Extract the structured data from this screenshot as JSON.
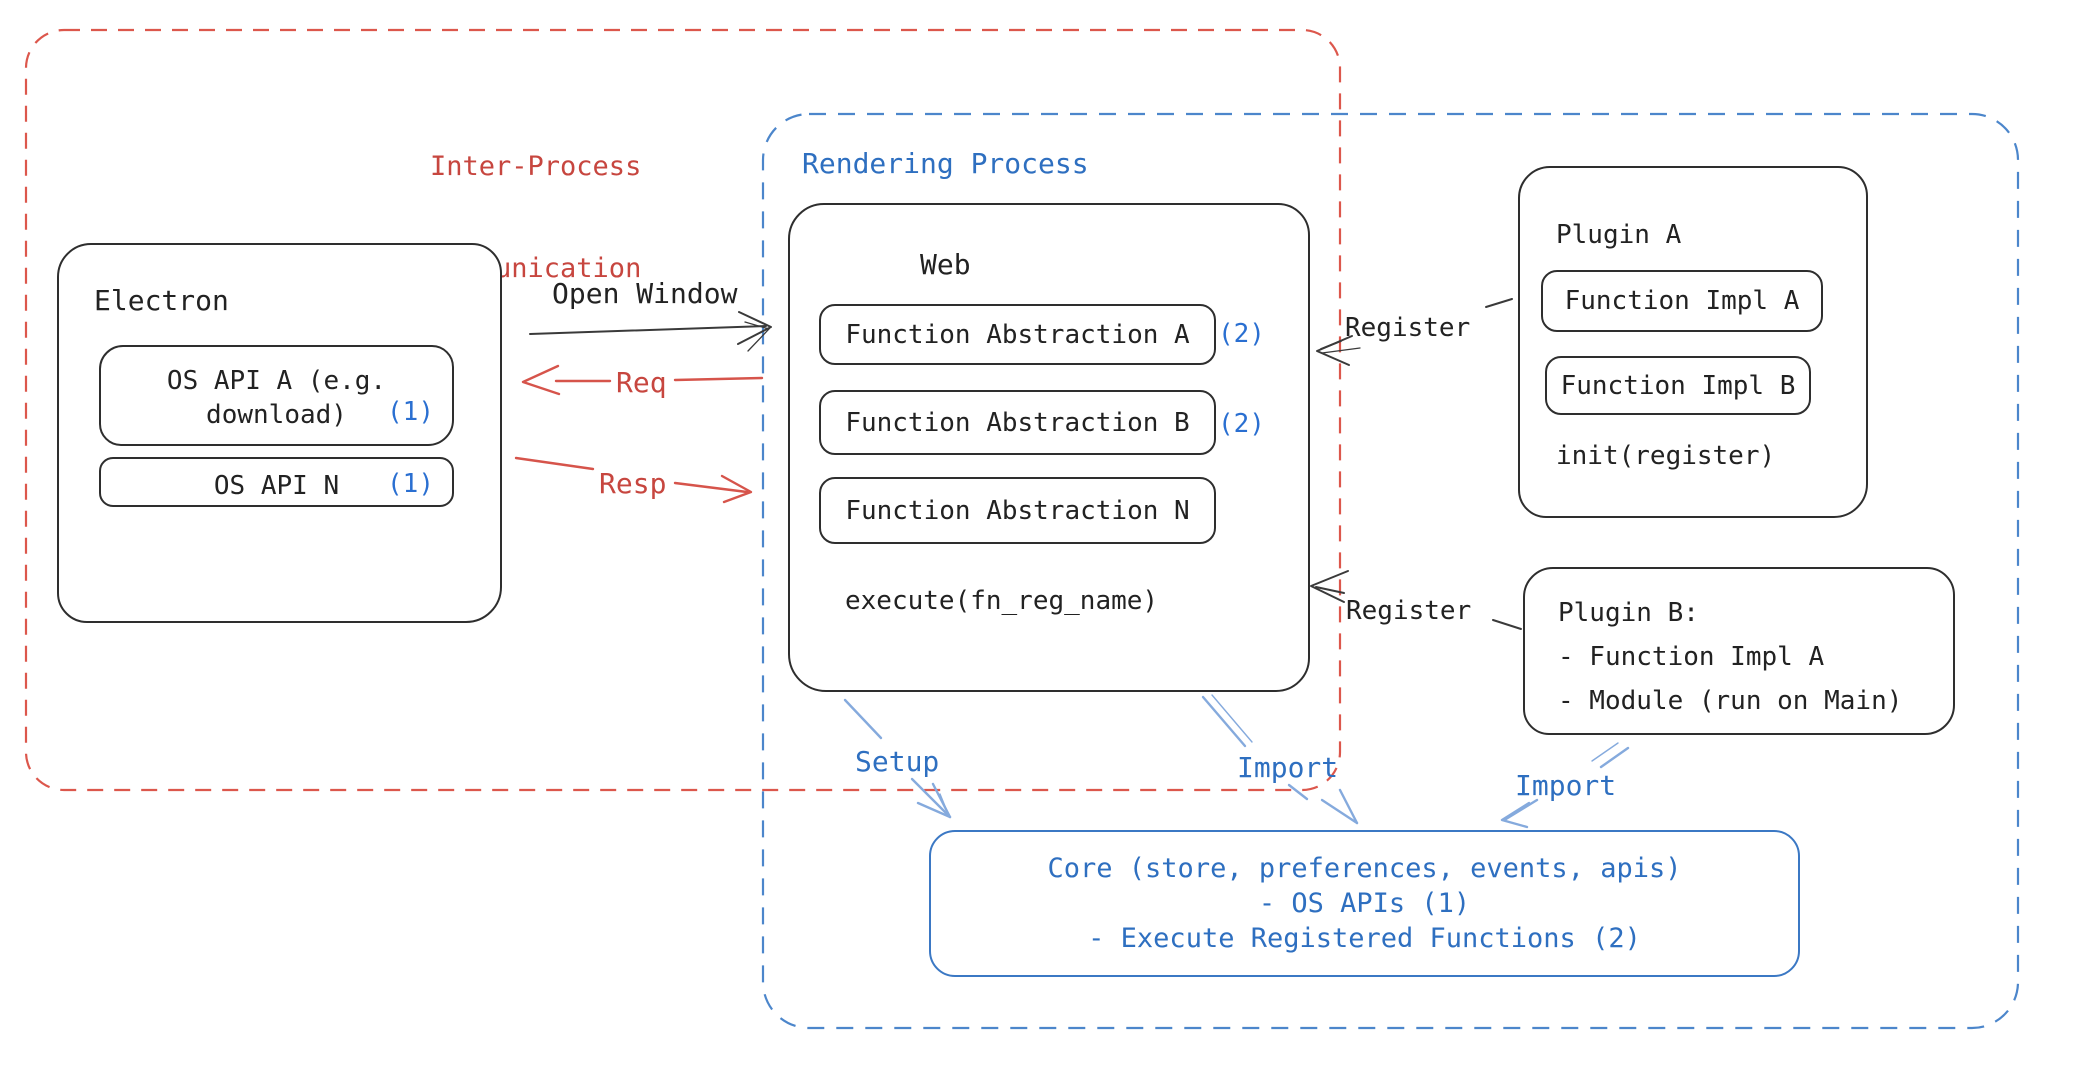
{
  "colors": {
    "red_text": "#c7463f",
    "red_dash": "#dc574c",
    "red_arrow": "#d6544b",
    "blue_text": "#2e6fc0",
    "blue_dash": "#4c86cb",
    "blue_arrow": "#85aadd",
    "core_border": "#3b78c4",
    "badge_blue": "#2a6fd1",
    "ink": "#222222",
    "box_border": "#2e2e2e"
  },
  "ipc_region": {
    "title_lines": [
      "Inter-Process",
      "Communication"
    ]
  },
  "rendering_region": {
    "title": "Rendering Process"
  },
  "electron_node": {
    "title": "Electron",
    "os_api_a_line1": "OS API A (e.g.",
    "os_api_a_line2": "download)",
    "os_api_a_badge": "(1)",
    "os_api_n_label": "OS API N",
    "os_api_n_badge": "(1)"
  },
  "web_node": {
    "title": "Web",
    "abstraction_a": "Function Abstraction A",
    "abstraction_a_badge": "(2)",
    "abstraction_b": "Function Abstraction B",
    "abstraction_b_badge": "(2)",
    "abstraction_n": "Function Abstraction N",
    "execute_label": "execute(fn_reg_name)"
  },
  "plugin_a_node": {
    "title": "Plugin A",
    "impl_a": "Function Impl A",
    "impl_b": "Function Impl B",
    "init_label": "init(register)"
  },
  "plugin_b_node": {
    "title": "Plugin B:",
    "line1": "- Function Impl A",
    "line2": "- Module (run on Main)"
  },
  "core_node": {
    "line1": "Core (store, preferences, events, apis)",
    "line2": "- OS APIs (1)",
    "line3": "- Execute Registered Functions (2)"
  },
  "edges": {
    "open_window": "Open Window",
    "req": "Req",
    "resp": "Resp",
    "register_plugin_a": "Register",
    "register_plugin_b": "Register",
    "setup": "Setup",
    "import_web": "Import",
    "import_plugin_b": "Import"
  }
}
